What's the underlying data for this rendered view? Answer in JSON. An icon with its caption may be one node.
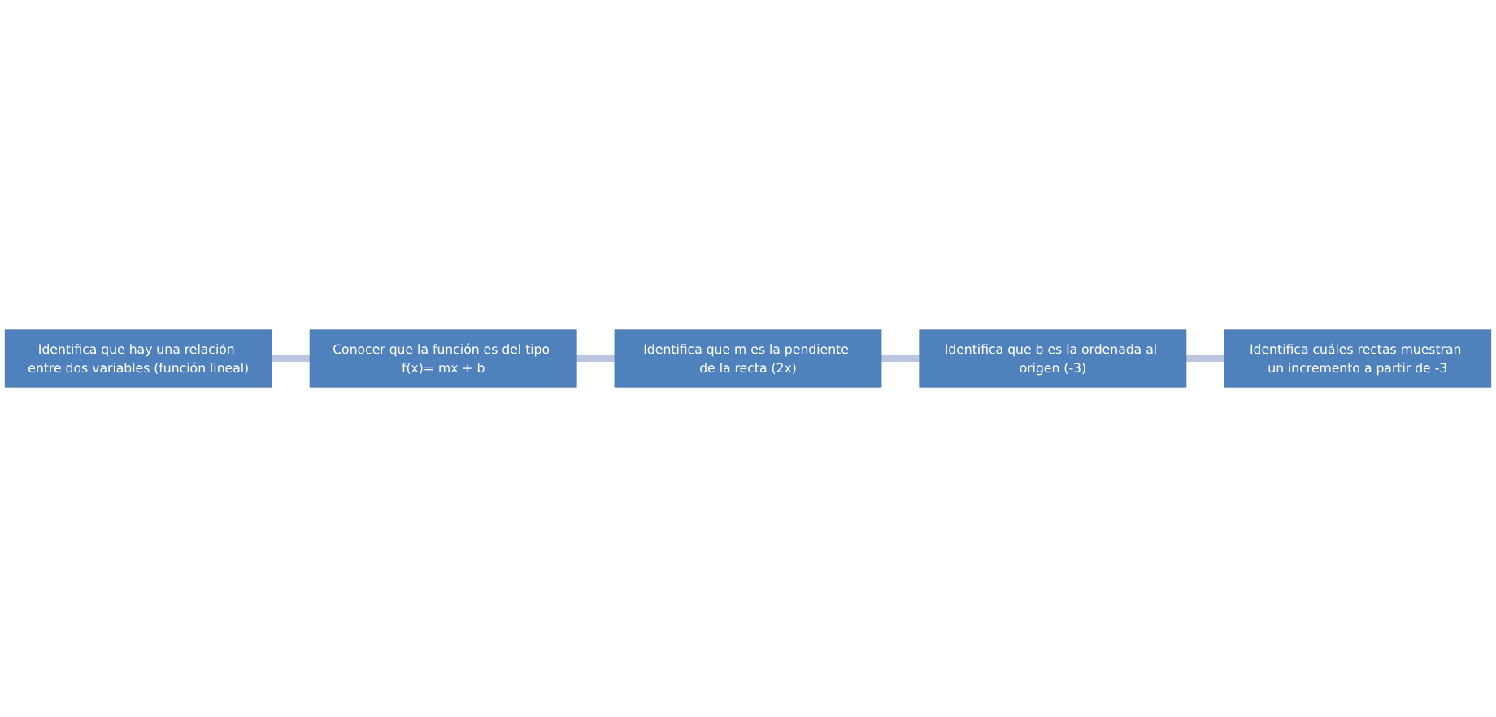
{
  "diagram": {
    "nodes": [
      {
        "text": [
          "Identifica que hay una relación entre dos variables (función lineal)"
        ]
      },
      {
        "text": [
          "Conocer que la función es del tipo f(x)= mx + b"
        ]
      },
      {
        "text": [
          "Identifica que m es la pendiente de la recta (2x)"
        ]
      },
      {
        "text": [
          "Identifica que b es la ordenada al origen (-3)"
        ]
      },
      {
        "text": [
          "Identifica cuáles rectas muestran un incremento a partir de -3"
        ]
      }
    ],
    "edges": [
      {
        "from": 0,
        "to": 1,
        "arrow": "none"
      },
      {
        "from": 1,
        "to": 2,
        "arrow": "none"
      },
      {
        "from": 2,
        "to": 3,
        "arrow": "none"
      },
      {
        "from": 3,
        "to": 4,
        "arrow": "none"
      }
    ]
  }
}
